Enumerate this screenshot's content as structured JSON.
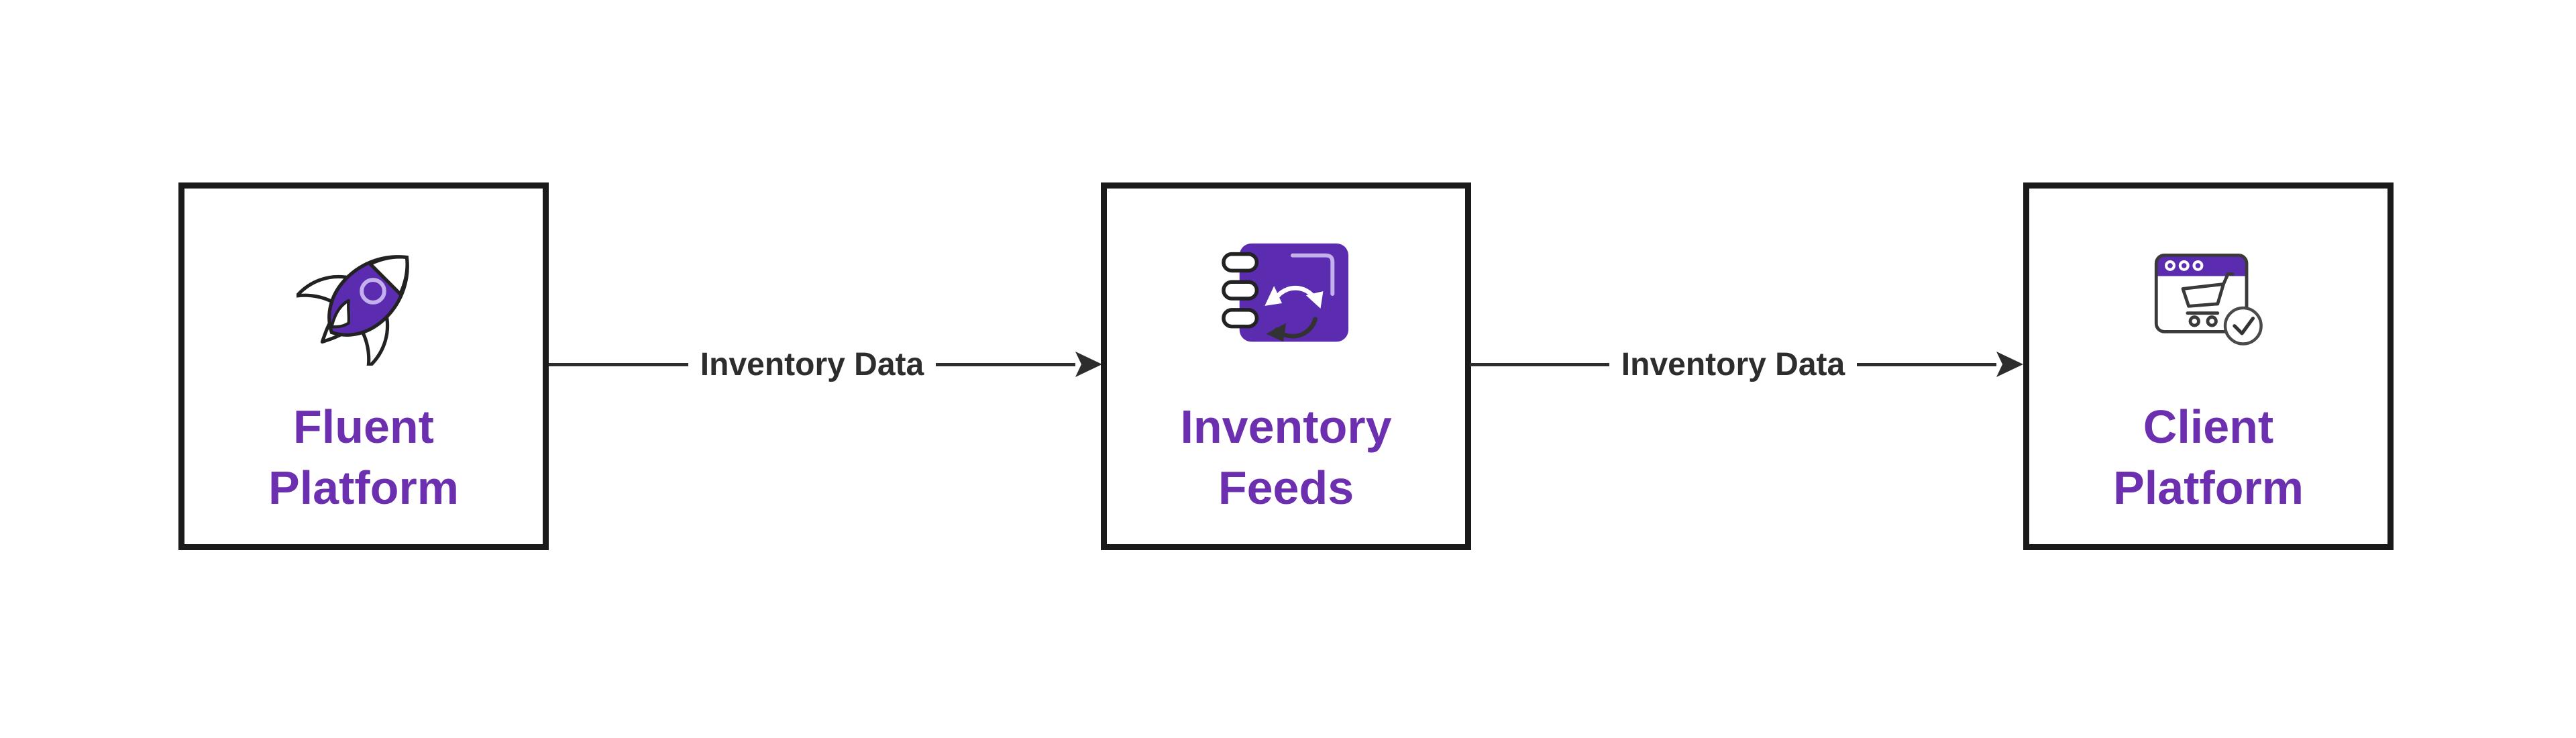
{
  "diagram": {
    "background": "#ffffff",
    "nodes": [
      {
        "label": "Fluent Platform",
        "icon": "rocket-icon"
      },
      {
        "label": "Inventory Feeds",
        "icon": "notebook-sync-icon"
      },
      {
        "label": "Client Platform",
        "icon": "browser-cart-check-icon"
      }
    ],
    "edges": [
      {
        "label": "Inventory Data",
        "from": "Fluent Platform",
        "to": "Inventory Feeds"
      },
      {
        "label": "Inventory Data",
        "from": "Inventory Feeds",
        "to": "Client Platform"
      }
    ],
    "colors": {
      "node_border": "#1a1a1a",
      "node_label_text": "#6b2fb0",
      "icon_purple": "#5b2cb0",
      "icon_highlight": "#c4b0ec",
      "edge_line": "#2d2d2d",
      "edge_label_text": "#2d2d2d"
    }
  }
}
